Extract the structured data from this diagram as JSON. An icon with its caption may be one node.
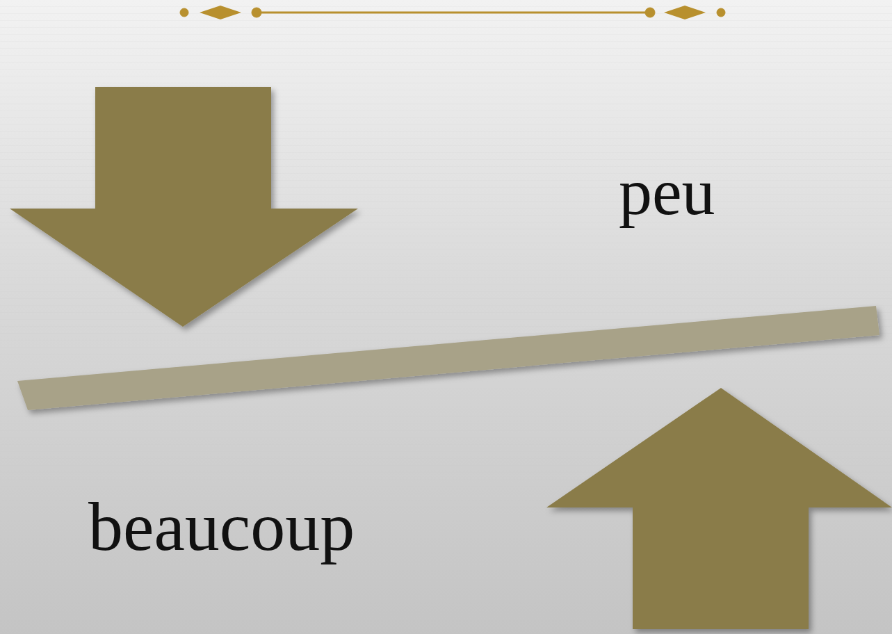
{
  "diagram": {
    "nodes": [
      {
        "text": [],
        "shape": "bar"
      }
    ],
    "labels": [
      "peu",
      "beaucoup"
    ]
  }
}
